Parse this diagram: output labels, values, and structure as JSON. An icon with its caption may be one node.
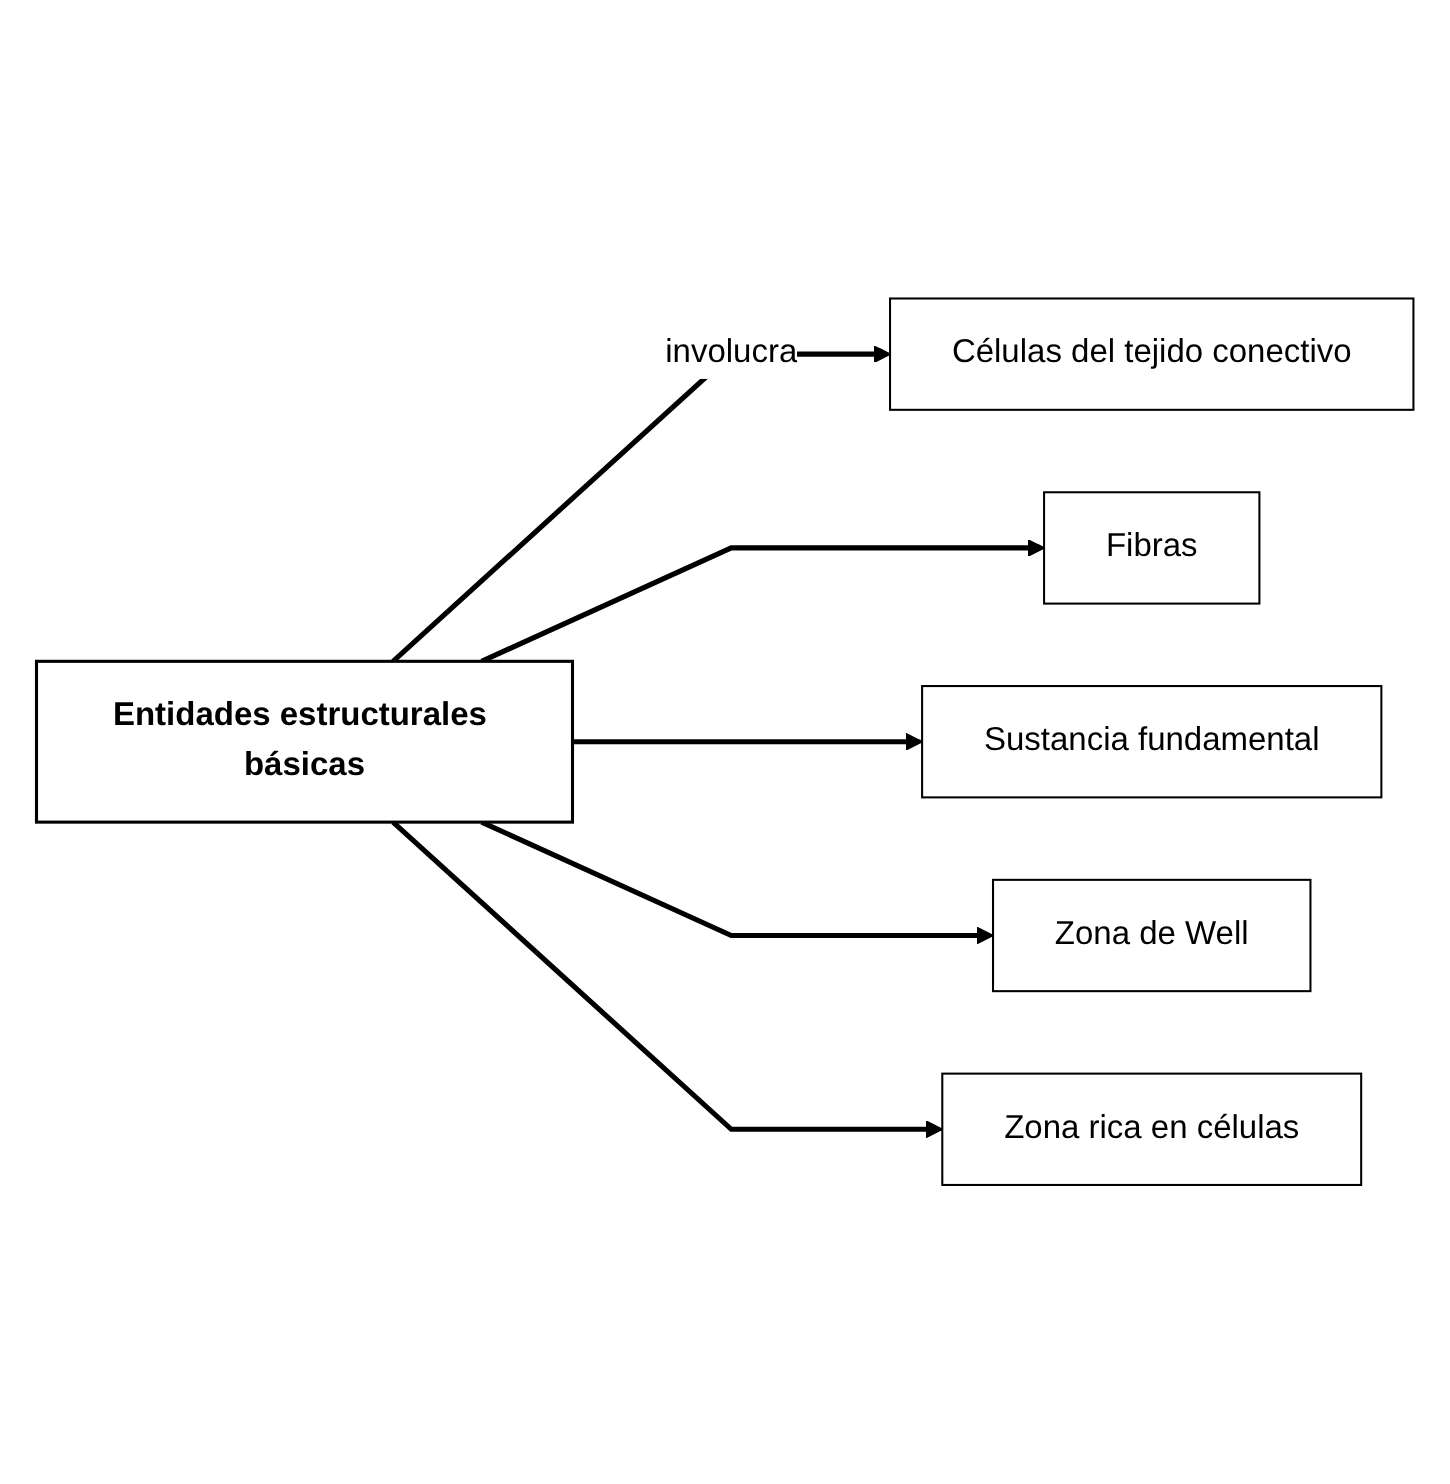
{
  "diagram": {
    "nodes": [
      {
        "text": [
          "Entidades estructurales básicas"
        ]
      },
      {
        "text": [
          "Células del tejido conectivo"
        ]
      },
      {
        "text": [
          "Fibras"
        ]
      },
      {
        "text": [
          "Sustancia fundamental"
        ]
      },
      {
        "text": [
          "Zona de Well"
        ]
      },
      {
        "text": [
          "Zona rica en células"
        ]
      }
    ],
    "edges": [
      {
        "from": 0,
        "to": 1,
        "arrow": "to",
        "label": "involucra"
      },
      {
        "from": 0,
        "to": 2,
        "arrow": "to"
      },
      {
        "from": 0,
        "to": 3,
        "arrow": "to"
      },
      {
        "from": 0,
        "to": 4,
        "arrow": "to"
      },
      {
        "from": 0,
        "to": 5,
        "arrow": "to"
      }
    ]
  }
}
